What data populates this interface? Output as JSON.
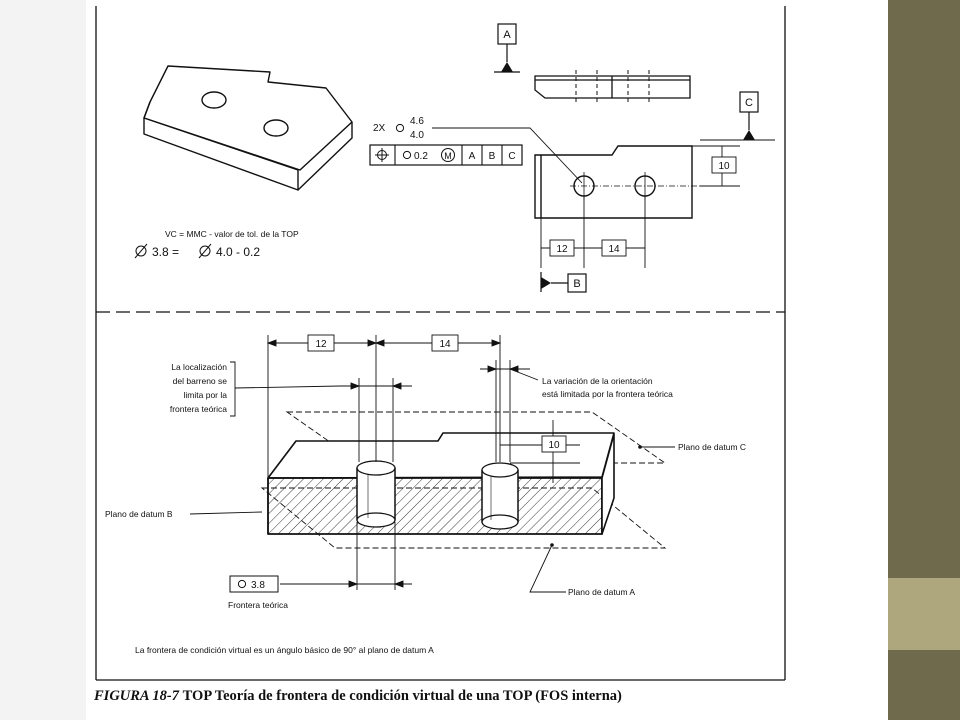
{
  "colors": {
    "slide_bg": "#f3f3f3",
    "sidebar_olive": "#6e6a4b",
    "sidebar_khaki": "#aea77d",
    "figure_bg": "#ffffff",
    "ink": "#111111"
  },
  "top_view": {
    "datum_a": "A",
    "datum_c": "C",
    "datum_b": "B",
    "qty": "2X",
    "size_max": "4.6",
    "size_min": "4.0",
    "dim_height": "10",
    "dim_x1": "12",
    "dim_x2": "14",
    "fcf": {
      "tolerance": "0.2",
      "modifier": "M",
      "ref_a": "A",
      "ref_b": "B",
      "ref_c": "C"
    },
    "formula_line1": "VC  =  MMC - valor de tol. de la TOP",
    "formula_line2": "3.8  =",
    "formula_line2b": "4.0 - 0.2"
  },
  "bottom_view": {
    "dim_x1": "12",
    "dim_x2": "14",
    "dim_height": "10",
    "note_location": [
      "La localización",
      "del barreno se",
      "limita por la",
      "frontera teórica"
    ],
    "note_orientation": [
      "La variación de la orientación",
      "está limitada por la frontera teórica"
    ],
    "label_datum_c": "Plano de datum C",
    "label_datum_b": "Plano de datum B",
    "label_datum_a": "Plano de datum A",
    "boundary_size": "3.8",
    "boundary_label": "Frontera teórica",
    "footnote": "La frontera de condición virtual es un ángulo básico de 90° al plano de datum A"
  },
  "caption": {
    "prefix": "FIGURA 18-7",
    "text": "TOP Teoría de frontera de condición virtual de una TOP (FOS interna)"
  }
}
